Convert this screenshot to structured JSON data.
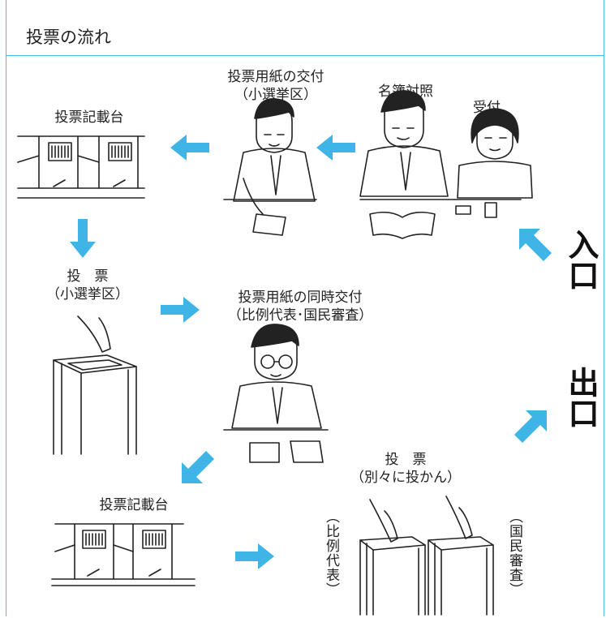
{
  "title": "投票の流れ",
  "labels": {
    "distribution_small": "投票用紙の交付\n（小選挙区）",
    "register_check": "名簿対照",
    "reception": "受付",
    "booth_1": "投票記載台",
    "vote_small": "投　票\n（小選挙区）",
    "simultaneous_distribution": "投票用紙の同時交付\n（比例代表･国民審査）",
    "booth_2": "投票記載台",
    "vote_separate": "投　票\n（別々に投かん）",
    "box_proportional": "（比例代表）",
    "box_review": "（国民審査）",
    "entrance": "入口",
    "exit": "出口"
  },
  "colors": {
    "accent": "#4cbde8",
    "arrow": "#3fb4e6"
  }
}
